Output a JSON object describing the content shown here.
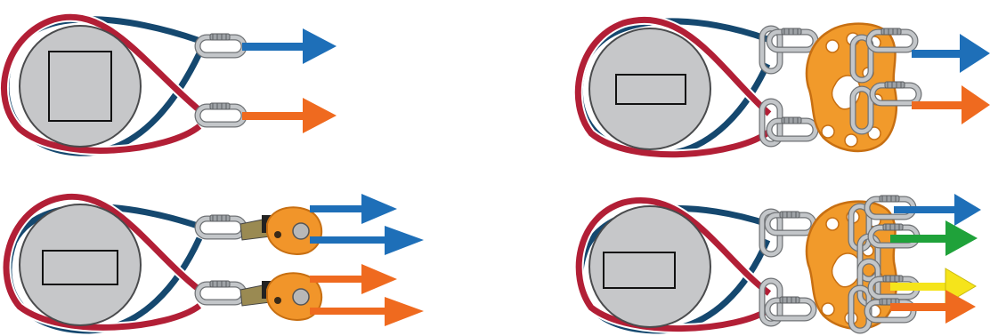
{
  "colors": {
    "navy_sling": "#15486f",
    "red_sling": "#b21f36",
    "white_gap": "#ffffff",
    "anchor_fill": "#c6c7c9",
    "anchor_stroke": "#4a4b4d",
    "carabiner": "#b9bcbf",
    "carabiner_dark": "#6f7275",
    "plate": "#f19a2b",
    "plate_dark": "#c76f12",
    "pulley": "#f1952a",
    "blue_arrow": "#1e6fb8",
    "orange_arrow": "#ef6a1f",
    "green_arrow": "#1fa23a",
    "yellow_arrow": "#f5e41b",
    "box_stroke": "#111111"
  },
  "panels": [
    {
      "id": "top-left",
      "description_icons": [
        "anchor-circle-icon",
        "sling-icon",
        "carabiner-icon",
        "arrow-icon"
      ],
      "box_shape": "square",
      "arrows": [
        "blue",
        "orange"
      ]
    },
    {
      "id": "top-right",
      "description_icons": [
        "anchor-circle-icon",
        "sling-icon",
        "rigging-plate-icon",
        "carabiner-icon",
        "arrow-icon"
      ],
      "box_shape": "wide-rect",
      "arrows": [
        "blue",
        "orange"
      ]
    },
    {
      "id": "bottom-left",
      "description_icons": [
        "anchor-circle-icon",
        "sling-icon",
        "carabiner-icon",
        "pulley-icon",
        "arrow-icon"
      ],
      "box_shape": "wide-rect",
      "arrows": [
        "blue",
        "blue",
        "orange",
        "orange"
      ]
    },
    {
      "id": "bottom-right",
      "description_icons": [
        "anchor-circle-icon",
        "sling-icon",
        "rigging-plate-icon",
        "carabiner-icon",
        "arrow-icon"
      ],
      "box_shape": "wide-rect",
      "arrows": [
        "blue",
        "green",
        "yellow",
        "orange"
      ]
    }
  ]
}
